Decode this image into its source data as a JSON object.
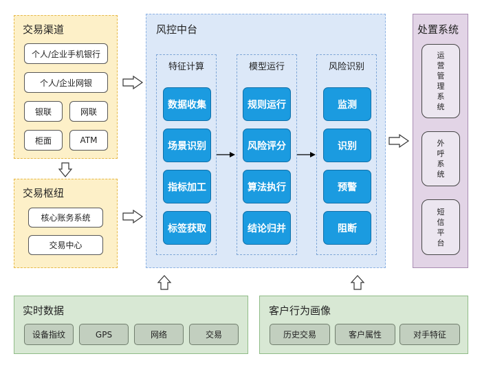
{
  "channels": {
    "title": "交易渠道",
    "items": [
      "个人/企业手机银行",
      "个人/企业网银",
      "银联",
      "网联",
      "柜面",
      "ATM"
    ]
  },
  "hub": {
    "title": "交易枢纽",
    "items": [
      "核心账务系统",
      "交易中心"
    ]
  },
  "risk_center": {
    "title": "风控中台",
    "columns": [
      {
        "title": "特征计算",
        "items": [
          "数据收集",
          "场景识别",
          "指标加工",
          "标签获取"
        ]
      },
      {
        "title": "模型运行",
        "items": [
          "规则运行",
          "风险评分",
          "算法执行",
          "结论归并"
        ]
      },
      {
        "title": "风险识别",
        "items": [
          "监测",
          "识别",
          "预警",
          "阻断"
        ]
      }
    ]
  },
  "disposal": {
    "title": "处置系统",
    "items": [
      "运营管理系统",
      "外呼系统",
      "短信平台"
    ]
  },
  "realtime": {
    "title": "实时数据",
    "items": [
      "设备指纹",
      "GPS",
      "网络",
      "交易"
    ]
  },
  "profile": {
    "title": "客户行为画像",
    "items": [
      "历史交易",
      "客户属性",
      "对手特征"
    ]
  }
}
